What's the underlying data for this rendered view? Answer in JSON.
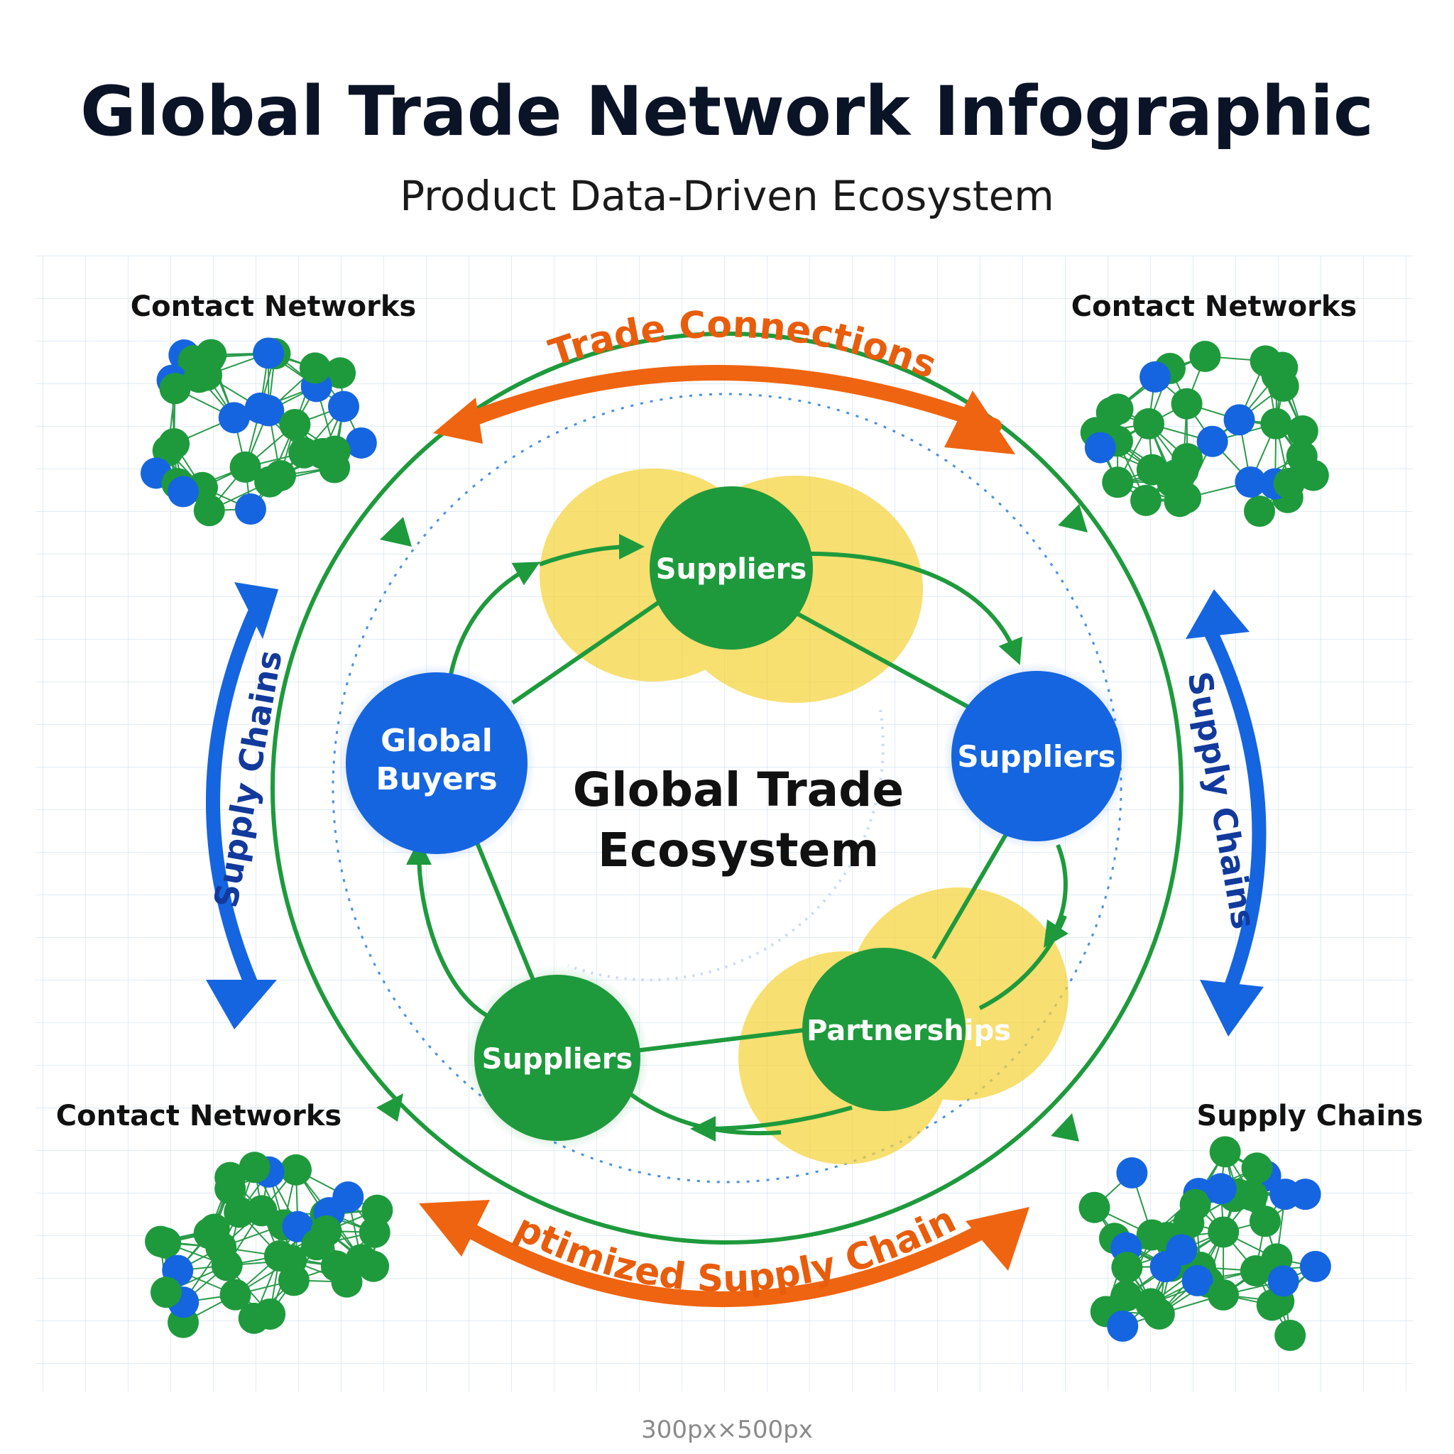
{
  "title": "Global Trade Network Infographic",
  "subtitle": "Product Data-Driven Ecosystem",
  "center": {
    "line1": "Global Trade",
    "line2": "Ecosystem"
  },
  "nodes": {
    "top": "Suppliers",
    "left_line1": "Global",
    "left_line2": "Buyers",
    "right": "Suppliers",
    "bottom_left": "Suppliers",
    "bottom_right": "Partnerships"
  },
  "corners": {
    "top_left": "Contact Networks",
    "top_right": "Contact Networks",
    "bottom_left": "Contact Networks",
    "bottom_right": "Supply Chains"
  },
  "arcs": {
    "top": "Trade Connections",
    "bottom": "Optimized Supply Chains",
    "left": "Supply Chains",
    "right": "Supply Chains"
  },
  "footer": "300px×500px",
  "colors": {
    "green": "#1e9a3c",
    "blue": "#1565e0",
    "yellow": "#f5d33a",
    "orange": "#ef6410",
    "dark_blue": "#123a9c"
  }
}
